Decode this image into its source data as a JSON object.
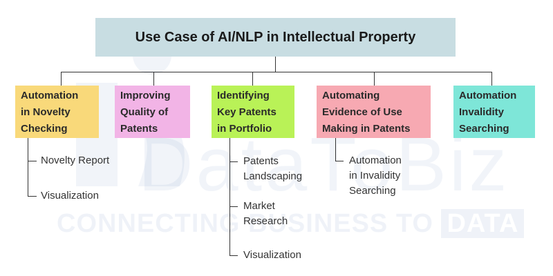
{
  "diagram": {
    "title": "Use Case of AI/NLP in Intellectual Property",
    "watermark": {
      "brand": "DataToBiz",
      "tagline_start": "CONNECTING BUSINESS TO",
      "tagline_boxed": "DATA"
    },
    "categories": [
      {
        "lines": [
          "Automation",
          "in Novelty",
          "Checking"
        ],
        "color": "#f9d97a",
        "items": [
          {
            "lines": [
              "Novelty Report"
            ]
          },
          {
            "lines": [
              "Visualization"
            ]
          }
        ]
      },
      {
        "lines": [
          "Improving",
          "Quality of",
          "Patents"
        ],
        "color": "#f2b4e6",
        "items": []
      },
      {
        "lines": [
          "Identifying",
          "Key Patents",
          "in Portfolio"
        ],
        "color": "#b9f257",
        "items": [
          {
            "lines": [
              "Patents",
              "Landscaping"
            ]
          },
          {
            "lines": [
              "Market",
              "Research"
            ]
          },
          {
            "lines": [
              "Visualization"
            ]
          }
        ]
      },
      {
        "lines": [
          "Automating",
          "Evidence of Use",
          "Making in Patents"
        ],
        "color": "#f7a9b2",
        "items": [
          {
            "lines": [
              "Automation",
              "in Invalidity",
              "Searching"
            ]
          }
        ]
      },
      {
        "lines": [
          "Automation",
          "Invalidity",
          "Searching"
        ],
        "color": "#7ee6d8",
        "items": []
      }
    ]
  }
}
